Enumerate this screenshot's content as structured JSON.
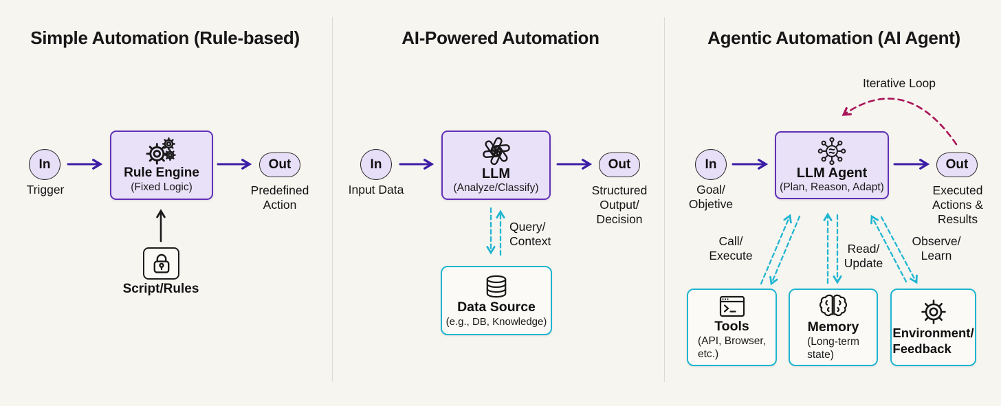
{
  "panels": {
    "simple": {
      "title": "Simple Automation (Rule-based)",
      "in_node": "In",
      "in_label": "Trigger",
      "box_title": "Rule Engine",
      "box_subtitle": "(Fixed Logic)",
      "out_node": "Out",
      "out_label_lines": [
        "Predefined",
        "Action"
      ],
      "script_label": "Script/Rules"
    },
    "ai": {
      "title": "AI-Powered Automation",
      "in_node": "In",
      "in_label": "Input Data",
      "box_title": "LLM",
      "box_subtitle": "(Analyze/Classify)",
      "out_node": "Out",
      "out_label_lines": [
        "Structured",
        "Output/",
        "Decision"
      ],
      "query_label_lines": [
        "Query/",
        "Context"
      ],
      "data_source_title": "Data Source",
      "data_source_subtitle": "(e.g., DB, Knowledge)"
    },
    "agentic": {
      "title": "Agentic Automation (AI Agent)",
      "loop_label": "Iterative Loop",
      "in_node": "In",
      "in_label_lines": [
        "Goal/",
        "Objetive"
      ],
      "box_title": "LLM Agent",
      "box_subtitle": "(Plan, Reason, Adapt)",
      "out_node": "Out",
      "out_label_lines": [
        "Executed",
        "Actions &",
        "Results"
      ],
      "call_label_lines": [
        "Call/",
        "Execute"
      ],
      "read_label_lines": [
        "Read/",
        "Update"
      ],
      "observe_label_lines": [
        "Observe/",
        "Learn"
      ],
      "tools_title": "Tools",
      "tools_subtitle_lines": [
        "(API, Browser,",
        "etc.)"
      ],
      "memory_title": "Memory",
      "memory_subtitle_lines": [
        "(Long-term",
        "state)"
      ],
      "environment_title_lines": [
        "Environment/",
        "Feedback"
      ]
    }
  },
  "icons": {
    "rule_engine": "gears-icon",
    "llm": "openai-logo-icon",
    "llm_agent": "network-hub-icon",
    "script": "lock-icon",
    "data_source": "database-icon",
    "tools": "terminal-icon",
    "memory": "brain-icon",
    "environment": "gear-icon"
  },
  "colors": {
    "background": "#f7f5f0",
    "node_fill": "#e7def7",
    "purple_box_fill": "#e9e1f8",
    "purple_border": "#5f31b5",
    "arrow_purple": "#3b1da6",
    "cyan": "#1fb5d1",
    "crimson": "#a81257",
    "text": "#151515"
  }
}
